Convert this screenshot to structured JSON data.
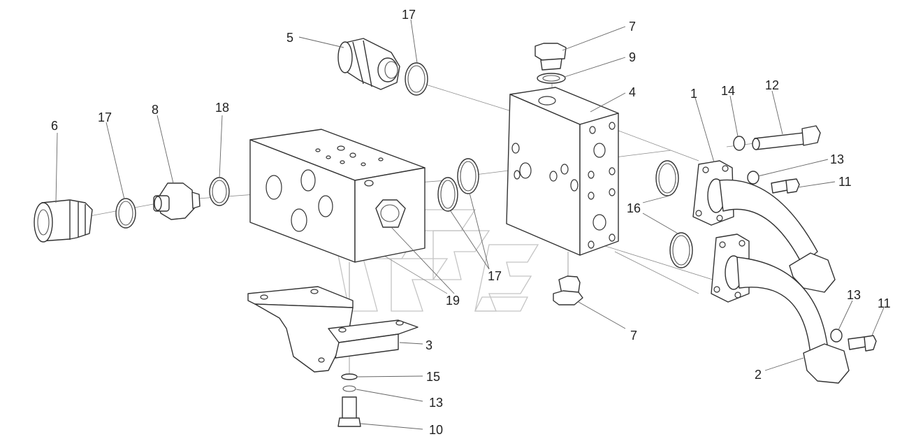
{
  "callouts": [
    {
      "id": "c-5",
      "text": "5"
    },
    {
      "id": "c-17a",
      "text": "17"
    },
    {
      "id": "c-7a",
      "text": "7"
    },
    {
      "id": "c-9",
      "text": "9"
    },
    {
      "id": "c-4",
      "text": "4"
    },
    {
      "id": "c-1",
      "text": "1"
    },
    {
      "id": "c-14",
      "text": "14"
    },
    {
      "id": "c-12",
      "text": "12"
    },
    {
      "id": "c-6",
      "text": "6"
    },
    {
      "id": "c-17b",
      "text": "17"
    },
    {
      "id": "c-8",
      "text": "8"
    },
    {
      "id": "c-18",
      "text": "18"
    },
    {
      "id": "c-13a",
      "text": "13"
    },
    {
      "id": "c-11a",
      "text": "11"
    },
    {
      "id": "c-16",
      "text": "16"
    },
    {
      "id": "c-17c",
      "text": "17"
    },
    {
      "id": "c-19",
      "text": "19"
    },
    {
      "id": "c-7b",
      "text": "7"
    },
    {
      "id": "c-13b",
      "text": "13"
    },
    {
      "id": "c-11b",
      "text": "11"
    },
    {
      "id": "c-3",
      "text": "3"
    },
    {
      "id": "c-2",
      "text": "2"
    },
    {
      "id": "c-15",
      "text": "15"
    },
    {
      "id": "c-13c",
      "text": "13"
    },
    {
      "id": "c-10",
      "text": "10"
    }
  ]
}
